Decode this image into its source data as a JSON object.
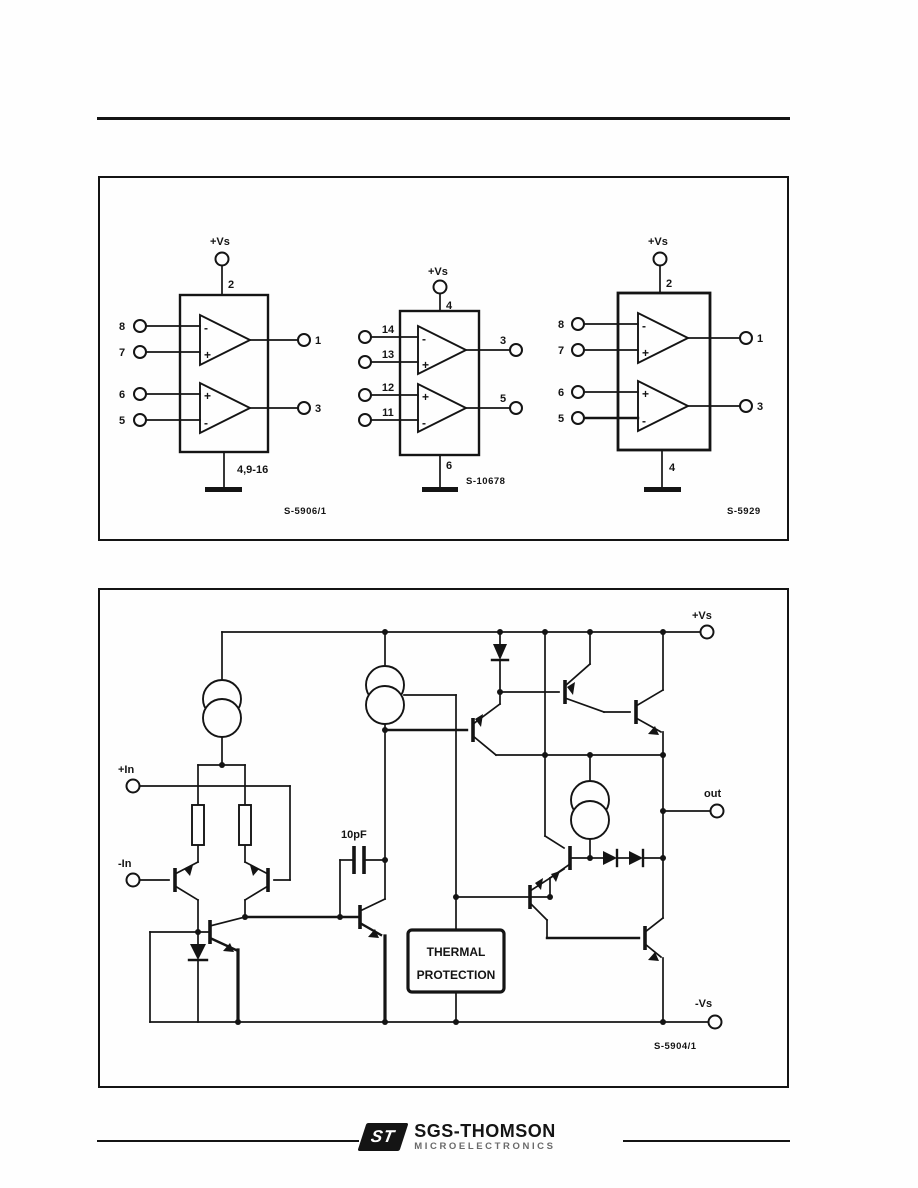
{
  "figure1": {
    "diagrams": [
      {
        "caption": "S-5906/1",
        "supply_label": "+Vs",
        "supply_pin": "2",
        "ground_pins": "4,9-16",
        "amp1": {
          "in_top_pin": "8",
          "in_top_sign": "-",
          "in_bot_pin": "7",
          "in_bot_sign": "+",
          "out_pin": "1"
        },
        "amp2": {
          "in_top_pin": "6",
          "in_top_sign": "+",
          "in_bot_pin": "5",
          "in_bot_sign": "-",
          "out_pin": "3"
        }
      },
      {
        "caption": "S-10678",
        "supply_label": "+Vs",
        "supply_pin": "4",
        "ground_pins": "6",
        "amp1": {
          "in_top_pin": "14",
          "in_top_sign": "-",
          "in_bot_pin": "13",
          "in_bot_sign": "+",
          "out_pin": "3"
        },
        "amp2": {
          "in_top_pin": "12",
          "in_top_sign": "+",
          "in_bot_pin": "11",
          "in_bot_sign": "-",
          "out_pin": "5"
        }
      },
      {
        "caption": "S-5929",
        "supply_label": "+Vs",
        "supply_pin": "2",
        "ground_pins": "4",
        "amp1": {
          "in_top_pin": "8",
          "in_top_sign": "-",
          "in_bot_pin": "7",
          "in_bot_sign": "+",
          "out_pin": "1"
        },
        "amp2": {
          "in_top_pin": "6",
          "in_top_sign": "+",
          "in_bot_pin": "5",
          "in_bot_sign": "-",
          "out_pin": "3"
        }
      }
    ]
  },
  "figure2": {
    "terminals": {
      "v_plus": "+Vs",
      "v_minus": "-Vs",
      "output": "out",
      "in_plus": "+In",
      "in_minus": "-In"
    },
    "capacitor_label": "10pF",
    "thermal_block": {
      "line1": "THERMAL",
      "line2": "PROTECTION"
    },
    "caption": "S-5904/1"
  },
  "footer": {
    "logo_monogram": "ST",
    "brand": "SGS-THOMSON",
    "tagline": "MICROELECTRONICS"
  }
}
